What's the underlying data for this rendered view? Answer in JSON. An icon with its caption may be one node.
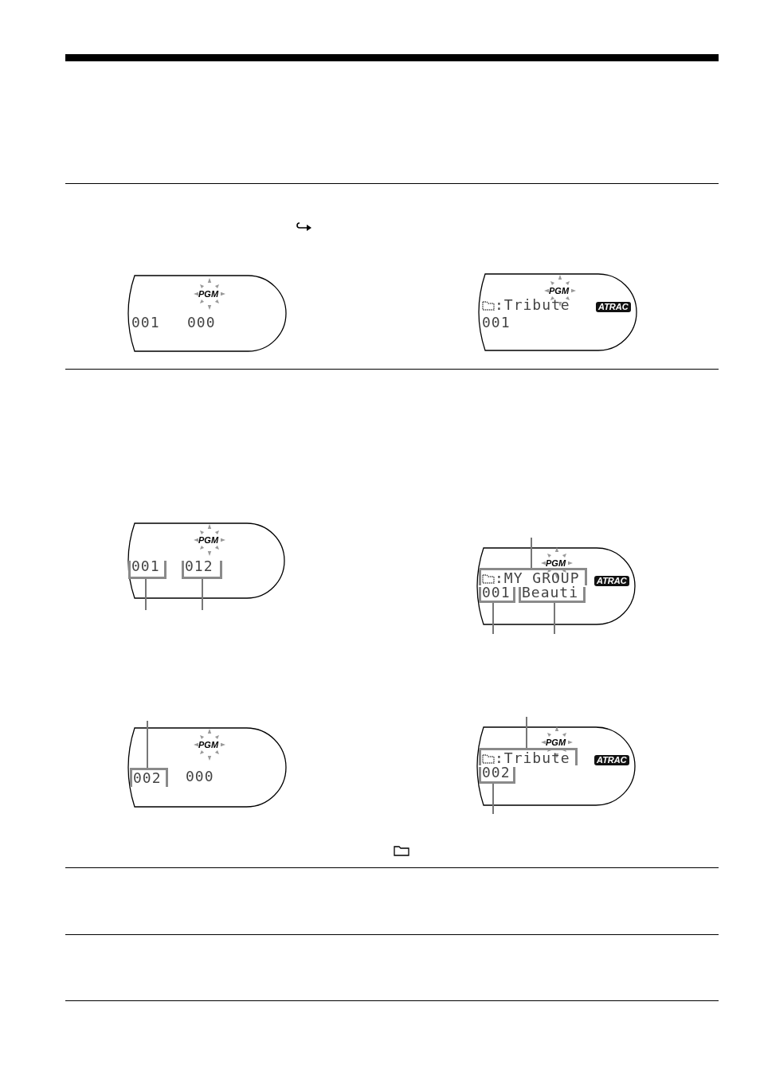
{
  "diagram": {
    "nodes": [
      {
        "text": [
          "PGM",
          "001",
          "000"
        ]
      },
      {
        "text": [
          "PGM",
          ":Tribute",
          "001",
          "ATRAC"
        ]
      },
      {
        "text": [
          "PGM"
        ]
      },
      {
        "text": [
          "001"
        ],
        "in": 2
      },
      {
        "text": [
          "012"
        ],
        "in": 2
      },
      {
        "text": [
          "PGM",
          "ATRAC"
        ]
      },
      {
        "text": [
          ":MY GROUP"
        ],
        "in": 5
      },
      {
        "text": [
          "001"
        ],
        "in": 5
      },
      {
        "text": [
          "Beauti"
        ],
        "in": 5
      },
      {
        "text": [
          "PGM",
          "000"
        ]
      },
      {
        "text": [
          "002"
        ],
        "in": 9
      },
      {
        "text": [
          "PGM",
          "ATRAC"
        ]
      },
      {
        "text": [
          ":Tribute"
        ],
        "in": 11
      },
      {
        "text": [
          "002"
        ],
        "in": 11
      }
    ],
    "edges": [
      {
        "from": null,
        "to": 3,
        "arrow": "none"
      },
      {
        "from": null,
        "to": 4,
        "arrow": "none"
      },
      {
        "from": null,
        "to": 6,
        "arrow": "none"
      },
      {
        "from": null,
        "to": 7,
        "arrow": "none"
      },
      {
        "from": null,
        "to": 8,
        "arrow": "none"
      },
      {
        "from": null,
        "to": 10,
        "arrow": "none"
      },
      {
        "from": null,
        "to": 12,
        "arrow": "none"
      },
      {
        "from": null,
        "to": 13,
        "arrow": "none"
      }
    ]
  }
}
